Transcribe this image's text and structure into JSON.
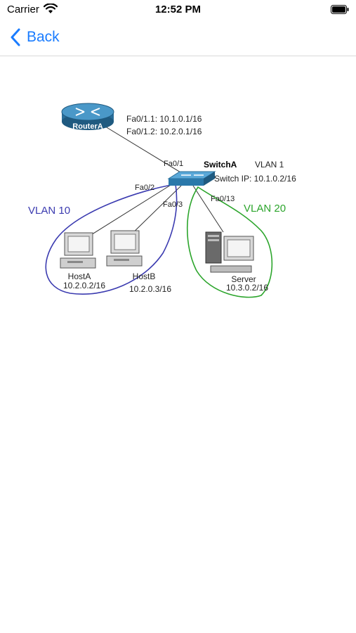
{
  "status_bar": {
    "carrier": "Carrier",
    "time": "12:52 PM",
    "icons": [
      "wifi-icon",
      "battery-icon"
    ]
  },
  "nav": {
    "back_label": "Back",
    "back_icon": "chevron-left-icon",
    "accent_color": "#1a7cff"
  },
  "diagram": {
    "router": {
      "name": "RouterA",
      "sub1": "Fa0/1.1: 10.1.0.1/16",
      "sub2": "Fa0/1.2: 10.2.0.1/16"
    },
    "switch": {
      "name": "SwitchA",
      "vlan": "VLAN 1",
      "ip": "Switch IP: 10.1.0.2/16",
      "ports": {
        "uplink": "Fa0/1",
        "hosta": "Fa0/2",
        "hostb": "Fa0/3",
        "server": "Fa0/13"
      }
    },
    "vlan10": {
      "label": "VLAN 10",
      "color": "#3b3bb0"
    },
    "vlan20": {
      "label": "VLAN 20",
      "color": "#2ca52c"
    },
    "hosts": [
      {
        "name": "HostA",
        "ip": "10.2.0.2/16"
      },
      {
        "name": "HostB",
        "ip": "10.2.0.3/16"
      }
    ],
    "server": {
      "name": "Server",
      "ip": "10.3.0.2/16"
    }
  }
}
